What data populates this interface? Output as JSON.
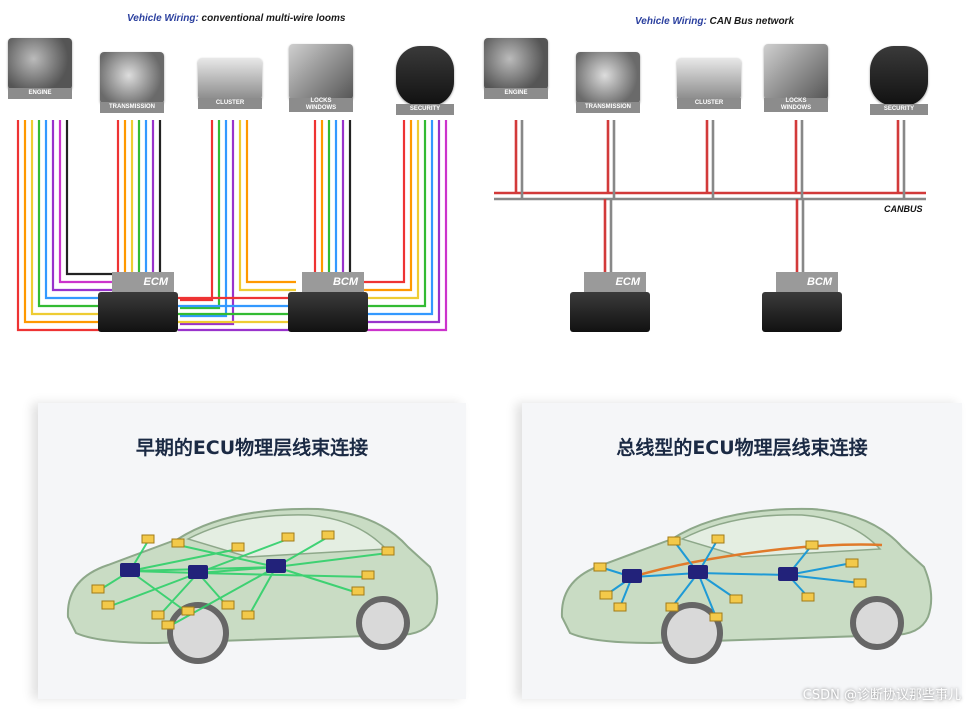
{
  "top_left": {
    "title_accent": "Vehicle Wiring:",
    "title_rest": " conventional multi-wire looms",
    "components": [
      "ENGINE",
      "TRANSMISSION",
      "CLUSTER",
      "LOCKS\nWINDOWS",
      "SECURITY"
    ],
    "modules": [
      "ECM",
      "BCM"
    ]
  },
  "top_right": {
    "title_accent": "Vehicle Wiring:",
    "title_rest": " CAN Bus network",
    "components": [
      "ENGINE",
      "TRANSMISSION",
      "CLUSTER",
      "LOCKS\nWINDOWS",
      "SECURITY"
    ],
    "modules": [
      "ECM",
      "BCM"
    ],
    "bus_label": "CANBUS"
  },
  "bottom_left": {
    "title": "早期的ECU物理层线束连接"
  },
  "bottom_right": {
    "title": "总线型的ECU物理层线束连接"
  },
  "watermark": "CSDN @诊断协议那些事儿",
  "colors": {
    "title_accent": "#2a3f9e",
    "can_red": "#d23a3a",
    "mesh_green": "#2fd06a",
    "bus_blue": "#1e9ad6",
    "bus_orange": "#e07a2a",
    "ecu_blue": "#22227a",
    "node_yellow": "#f3c94a"
  }
}
